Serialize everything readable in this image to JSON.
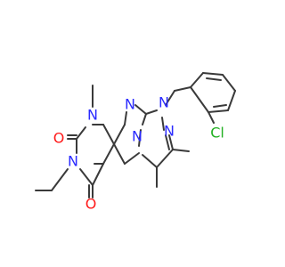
{
  "colors": {
    "bond": "#3a3a3a",
    "nitrogen": "#2b2bff",
    "oxygen": "#ff1a1a",
    "chlorine": "#22b022",
    "background": "#ffffff"
  },
  "atoms": {
    "o_top": "O",
    "o_bottom": "O",
    "n_methyl": "N",
    "n_imidazole": "N",
    "n_ethyl": "N",
    "n_bridge": "N",
    "n_benzyl": "N",
    "n_triazine": "N",
    "cl": "Cl"
  }
}
